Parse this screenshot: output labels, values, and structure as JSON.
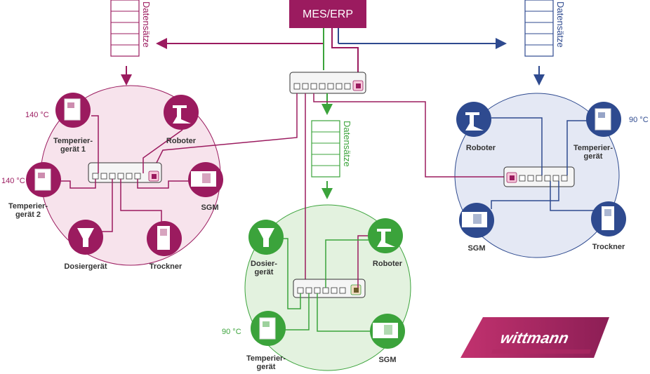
{
  "header": {
    "mes_erp_label": "MES/ERP"
  },
  "datasets": {
    "left": "Datensätze",
    "center": "Datensätze",
    "right": "Datensätze"
  },
  "cells": {
    "left": {
      "temperature_1": "140 °C",
      "temperature_2": "140 °C",
      "device_temper_1_line1": "Temperier-",
      "device_temper_1_line2": "gerät 1",
      "device_temper_2_line1": "Temperier-",
      "device_temper_2_line2": "gerät 2",
      "device_robot": "Roboter",
      "device_sgm": "SGM",
      "device_dosing": "Dosiergerät",
      "device_dryer": "Trockner"
    },
    "center": {
      "temperature": "90 °C",
      "device_dosing_line1": "Dosier-",
      "device_dosing_line2": "gerät",
      "device_robot": "Roboter",
      "device_temper_line1": "Temperier-",
      "device_temper_line2": "gerät",
      "device_sgm": "SGM"
    },
    "right": {
      "temperature": "90 °C",
      "device_robot": "Roboter",
      "device_temper_line1": "Temperier-",
      "device_temper_line2": "gerät",
      "device_sgm": "SGM",
      "device_dryer": "Trockner"
    }
  },
  "logo": {
    "text": "wittmann"
  },
  "colors": {
    "magenta": "#9b1b5f",
    "magenta_fill": "#f7e3ec",
    "green": "#3ba33b",
    "green_fill": "#e3f2df",
    "blue": "#2e4a8f",
    "blue_fill": "#e4e8f4",
    "switch_gray": "#f5f5f5"
  }
}
